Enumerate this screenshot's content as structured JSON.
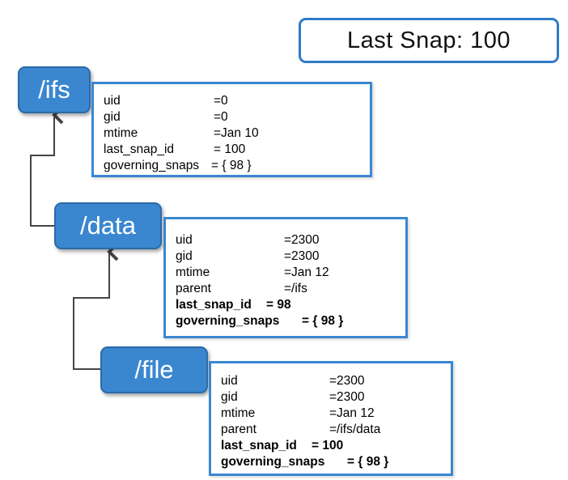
{
  "last_snap_label": "Last Snap: 100",
  "nodes": [
    {
      "name": "/ifs",
      "rows": [
        {
          "k": "uid",
          "v": "=0",
          "bold": false
        },
        {
          "k": "gid",
          "v": "=0",
          "bold": false
        },
        {
          "k": "mtime",
          "v": "=Jan 10",
          "bold": false
        },
        {
          "k": "last_snap_id",
          "v": "= 100",
          "bold": false
        },
        {
          "k": "governing_snaps",
          "v": "= { 98 }",
          "bold": false
        }
      ]
    },
    {
      "name": "/data",
      "rows": [
        {
          "k": "uid",
          "v": "=2300",
          "bold": false
        },
        {
          "k": "gid",
          "v": "=2300",
          "bold": false
        },
        {
          "k": "mtime",
          "v": "=Jan 12",
          "bold": false
        },
        {
          "k": "parent",
          "v": "=/ifs",
          "bold": false
        },
        {
          "k": "last_snap_id",
          "v": "= 98",
          "bold": true
        },
        {
          "k": "governing_snaps",
          "v": "= { 98 }",
          "bold": true
        }
      ]
    },
    {
      "name": "/file",
      "rows": [
        {
          "k": "uid",
          "v": "=2300",
          "bold": false
        },
        {
          "k": "gid",
          "v": "=2300",
          "bold": false
        },
        {
          "k": "mtime",
          "v": "=Jan 12",
          "bold": false
        },
        {
          "k": "parent",
          "v": "=/ifs/data",
          "bold": false
        },
        {
          "k": "last_snap_id",
          "v": "= 100",
          "bold": true
        },
        {
          "k": "governing_snaps",
          "v": "= { 98 }",
          "bold": true
        }
      ]
    }
  ],
  "colors": {
    "node_fill": "#3a87d0",
    "box_border": "#2e7cc6",
    "connector": "#444444"
  }
}
